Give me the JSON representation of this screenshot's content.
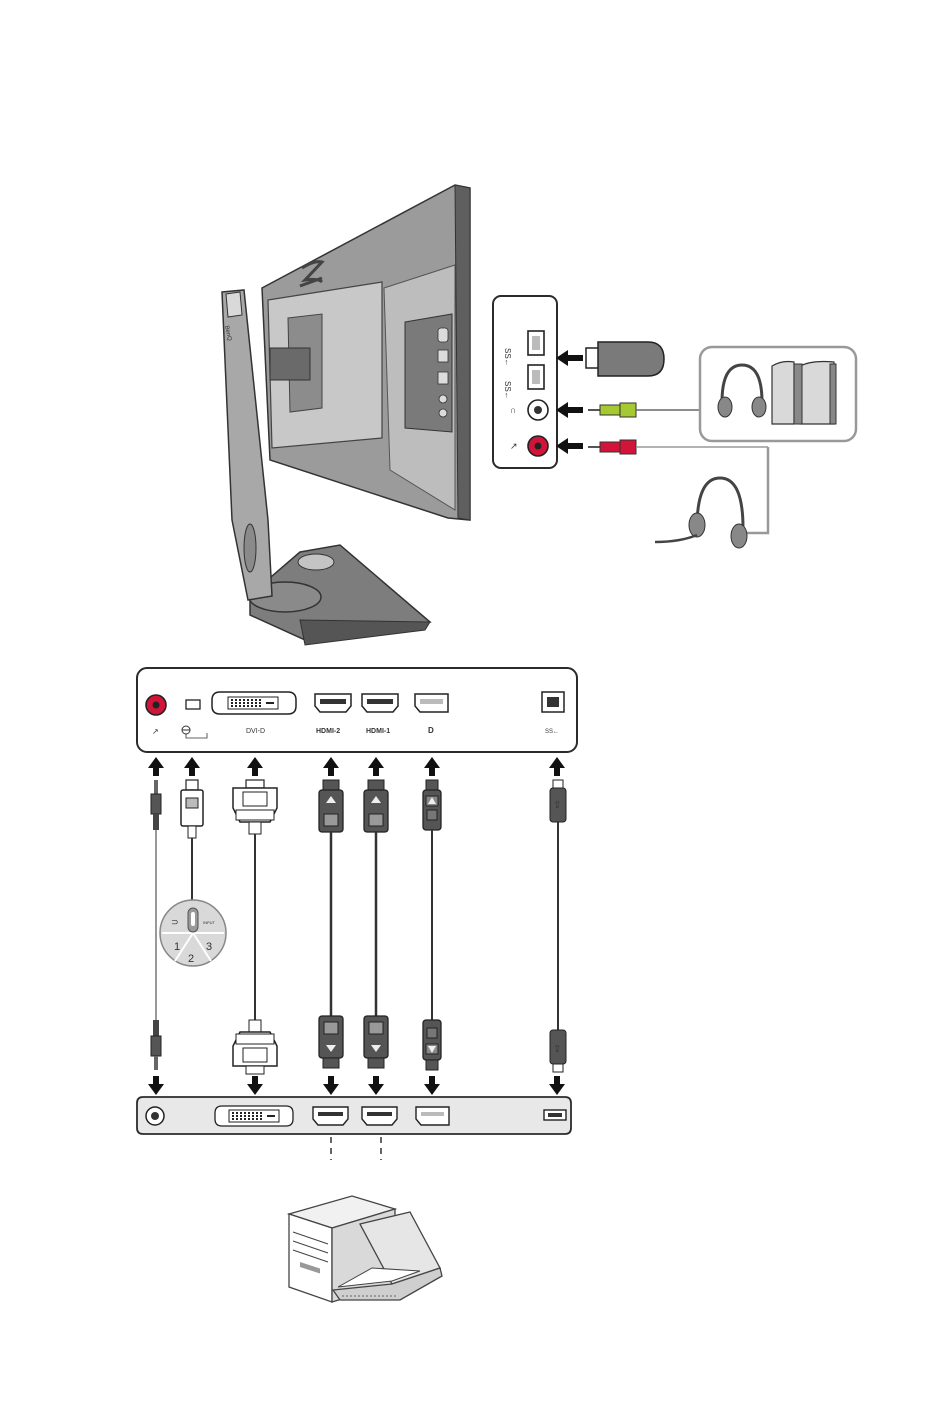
{
  "monitor": {
    "brand_label": "BenQ",
    "side_panel": {
      "ports": [
        {
          "id": "usb1",
          "label": "SS←",
          "icon": "usb-a-icon"
        },
        {
          "id": "usb2",
          "label": "SS←",
          "icon": "usb-a-icon"
        },
        {
          "id": "headphone",
          "label": "∩",
          "icon": "headphone-jack-icon"
        },
        {
          "id": "mic",
          "label": "↗",
          "icon": "mic-jack-icon"
        }
      ]
    }
  },
  "bottom_panel": {
    "ports": [
      {
        "id": "mic-in",
        "label": "",
        "icon": "mic-jack-icon"
      },
      {
        "id": "s-switch",
        "label": "",
        "icon": "mini-usb-icon"
      },
      {
        "id": "dvi",
        "label": "DVI-D",
        "icon": "dvi-icon"
      },
      {
        "id": "hdmi2",
        "label": "HDMI-2",
        "icon": "hdmi-icon"
      },
      {
        "id": "hdmi1",
        "label": "HDMI-1",
        "icon": "hdmi-icon"
      },
      {
        "id": "dp",
        "label": "D",
        "icon": "displayport-icon"
      },
      {
        "id": "usb-up",
        "label": "SS←",
        "icon": "usb-b-icon"
      }
    ]
  },
  "s_switch": {
    "buttons": [
      "1",
      "2",
      "3"
    ],
    "small_label": "INPUT"
  },
  "colors": {
    "monitor_gray": "#9a9a9a",
    "monitor_dark": "#6d6d6d",
    "mic_red": "#d2143a",
    "headphone_green": "#a6c832",
    "cable_dark": "#4a4a4a",
    "outline": "#2b2b2b"
  }
}
